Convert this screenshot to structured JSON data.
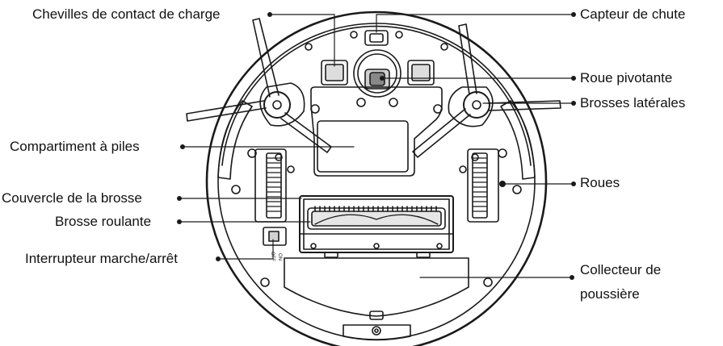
{
  "labels": {
    "charging_pins": "Chevilles de contact de charge",
    "fall_sensor": "Capteur de chute",
    "swivel_wheel": "Roue pivotante",
    "side_brushes": "Brosses latérales",
    "battery_compartment": "Compartiment à piles",
    "wheels": "Roues",
    "brush_cover": "Couvercle de la brosse",
    "roller_brush": "Brosse roulante",
    "power_switch": "Interrupteur marche/arrêt",
    "dust_collector_line1": "Collecteur de",
    "dust_collector_line2": "poussière"
  },
  "switch_marks": {
    "on": "ON",
    "off": "OFF"
  },
  "colors": {
    "line": "#1a1a1a",
    "background": "#ffffff"
  }
}
